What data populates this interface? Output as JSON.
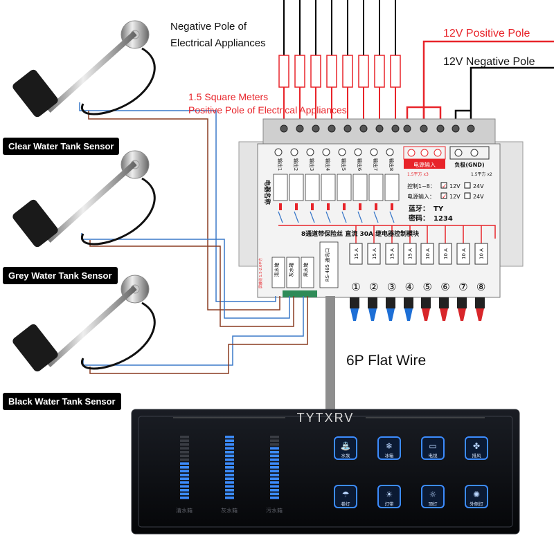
{
  "annotations": {
    "negative_pole": [
      "Negative Pole of",
      "Electrical Appliances"
    ],
    "positive_12v": "12V Positive Pole",
    "negative_12v": "12V Negative Pole",
    "positive_pole": [
      "1.5 Square Meters",
      "Positive Pole of Electrical Appliances"
    ],
    "flat_wire": "6P Flat Wire"
  },
  "sensors": [
    {
      "label": "Clear Water Tank Sensor"
    },
    {
      "label": "Grey Water Tank Sensor"
    },
    {
      "label": "Black Water Tank Sensor"
    }
  ],
  "module": {
    "side_title": "电器名称",
    "channels": [
      "输出1",
      "输出2",
      "输出3",
      "输出4",
      "输出5",
      "输出6",
      "输出7",
      "输出8"
    ],
    "power_in": "电源输入",
    "gnd": "负极(GND)",
    "wire_spec_left": "1.5平方 x3",
    "wire_spec_right": "1.5平方 x2",
    "ctrl_label": "控制1~8：",
    "power_label": "电源输入：",
    "volt_a": "12V",
    "volt_b": "24V",
    "bt_label": "蓝牙：",
    "bt_value": "TY",
    "pw_label": "密码：",
    "pw_value": "1234",
    "title": "8通道带保险丝 直流 30A 继电器控制模块",
    "sensor_ports": [
      "清水箱",
      "灰水箱",
      "黑水箱"
    ],
    "sensor_wire_spec": "屏蔽线 1.5-2.0平方",
    "rs485": "RS-485 通讯口",
    "fuses": [
      "15 A",
      "15 A",
      "15 A",
      "15 A",
      "10 A",
      "10 A",
      "10 A",
      "10 A"
    ],
    "fuse_numbers": [
      "①",
      "②",
      "③",
      "④",
      "⑤",
      "⑥",
      "⑦",
      "⑧"
    ]
  },
  "panel": {
    "brand": "TYTXRV",
    "tank_labels": [
      "清水箱",
      "灰水箱",
      "污水箱"
    ],
    "tank_levels": [
      0.6,
      1.0,
      0.8
    ],
    "buttons": [
      "水泵",
      "冰箱",
      "电视",
      "排风",
      "卷灯",
      "灯带",
      "顶灯",
      "外侧灯"
    ],
    "button_icons": [
      "faucet-icon",
      "fridge-icon",
      "tv-icon",
      "fan-icon",
      "lamp-icon",
      "light-strip-icon",
      "ceiling-light-icon",
      "outdoor-light-icon"
    ]
  },
  "colors": {
    "red": "#e8242a",
    "blue": "#3a78c8",
    "brown": "#8a3b20",
    "glow": "#3c8cff"
  }
}
